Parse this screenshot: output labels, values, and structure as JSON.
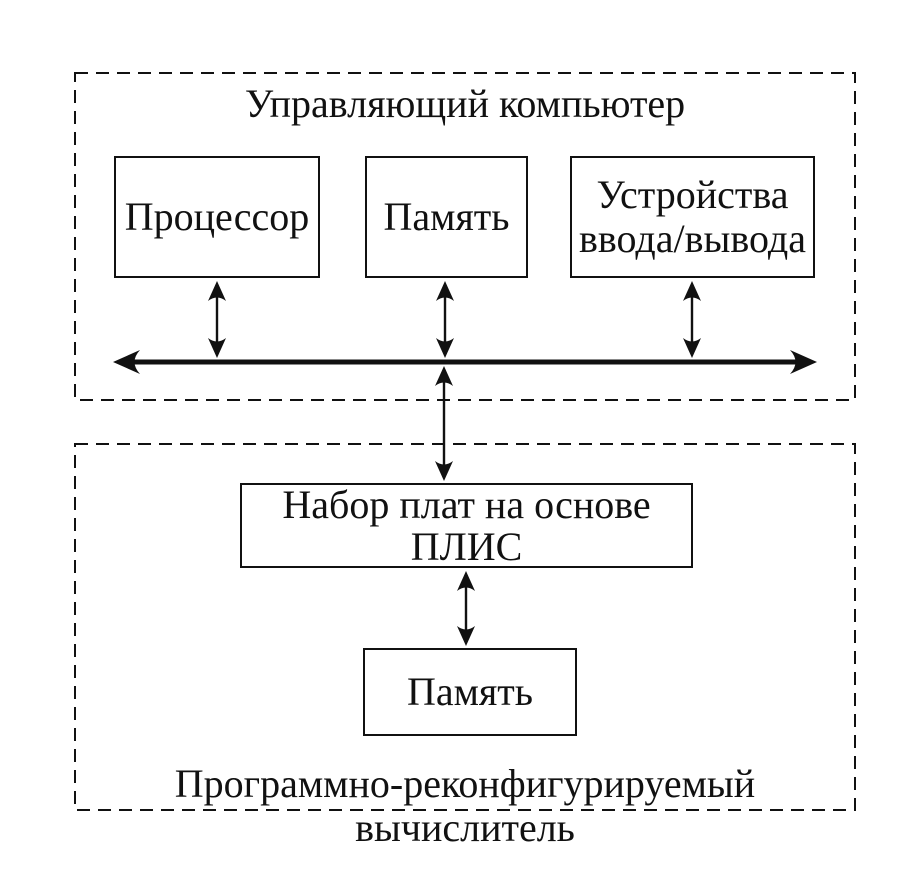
{
  "colors": {
    "line": "#111111",
    "text": "#111111",
    "background": "#ffffff"
  },
  "top_group": {
    "title": "Управляющий компьютер",
    "boxes": [
      {
        "id": "processor",
        "lines": [
          "Процессор"
        ]
      },
      {
        "id": "memory",
        "lines": [
          "Память"
        ]
      },
      {
        "id": "io-devices",
        "lines": [
          "Устройства",
          "ввода/вывода"
        ]
      }
    ]
  },
  "bottom_group": {
    "label": "Программно-реконфигурируемый вычислитель",
    "boxes": [
      {
        "id": "fpga-board-set",
        "lines": [
          "Набор плат на основе",
          "ПЛИС"
        ]
      },
      {
        "id": "memory",
        "lines": [
          "Память"
        ]
      }
    ]
  }
}
